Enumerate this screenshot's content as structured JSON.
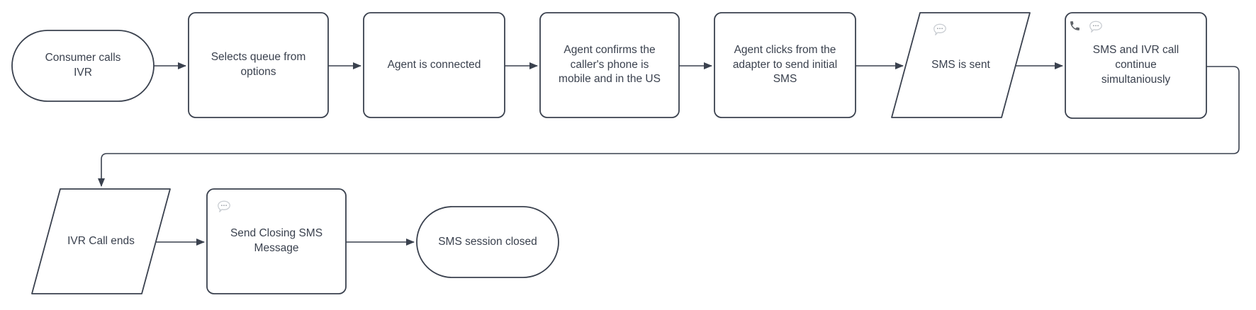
{
  "diagram": {
    "type": "flowchart",
    "background_color": "#ffffff",
    "stroke_color": "#3a414e",
    "text_color": "#3a414e",
    "icon_colors": {
      "bubble_stroke": "#c9cdd2",
      "bubble_dots": "#9aa0a6",
      "phone_fill": "#5f6368"
    },
    "nodes": [
      {
        "id": "consumer-calls-ivr",
        "shape": "terminator",
        "label": "Consumer calls IVR"
      },
      {
        "id": "selects-queue",
        "shape": "process",
        "label": "Selects queue from options"
      },
      {
        "id": "agent-connected",
        "shape": "process",
        "label": "Agent is connected"
      },
      {
        "id": "agent-confirms",
        "shape": "process",
        "label": "Agent confirms the caller's phone is mobile and in the US"
      },
      {
        "id": "agent-clicks",
        "shape": "process",
        "label": "Agent clicks from the adapter to send initial SMS"
      },
      {
        "id": "sms-is-sent",
        "shape": "parallelogram",
        "label": "SMS is sent",
        "icons": [
          "sms-bubble-icon"
        ]
      },
      {
        "id": "sms-ivr-continue",
        "shape": "process",
        "label": "SMS and IVR call continue simultaniously",
        "icons": [
          "phone-icon",
          "sms-bubble-icon"
        ]
      },
      {
        "id": "ivr-call-ends",
        "shape": "parallelogram",
        "label": "IVR Call ends"
      },
      {
        "id": "send-closing-sms",
        "shape": "process",
        "label": "Send Closing SMS Message",
        "icons": [
          "sms-bubble-icon"
        ]
      },
      {
        "id": "sms-session-closed",
        "shape": "terminator",
        "label": "SMS session closed"
      }
    ],
    "edges": [
      {
        "from": "consumer-calls-ivr",
        "to": "selects-queue"
      },
      {
        "from": "selects-queue",
        "to": "agent-connected"
      },
      {
        "from": "agent-connected",
        "to": "agent-confirms"
      },
      {
        "from": "agent-confirms",
        "to": "agent-clicks"
      },
      {
        "from": "agent-clicks",
        "to": "sms-is-sent"
      },
      {
        "from": "sms-is-sent",
        "to": "sms-ivr-continue"
      },
      {
        "from": "sms-ivr-continue",
        "to": "ivr-call-ends"
      },
      {
        "from": "ivr-call-ends",
        "to": "send-closing-sms"
      },
      {
        "from": "send-closing-sms",
        "to": "sms-session-closed"
      }
    ]
  }
}
